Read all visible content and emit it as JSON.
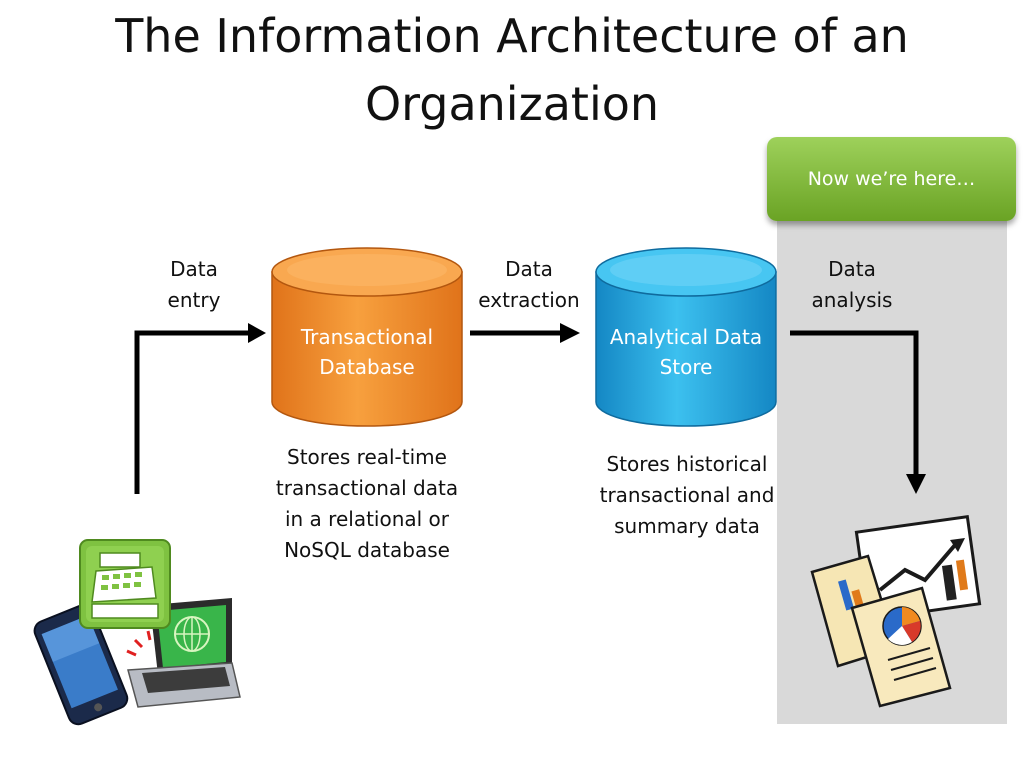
{
  "title": {
    "line1": "The Information Architecture of an",
    "line2": "Organization"
  },
  "callout": {
    "text": "Now we’re here…"
  },
  "flow_labels": {
    "data_entry": {
      "line1": "Data",
      "line2": "entry"
    },
    "data_extraction": {
      "line1": "Data",
      "line2": "extraction"
    },
    "data_analysis": {
      "line1": "Data",
      "line2": "analysis"
    }
  },
  "transactional_db": {
    "name_line1": "Transactional",
    "name_line2": "Database",
    "color": "#f58a1f",
    "description": [
      "Stores real-time",
      "transactional data",
      "in a relational or",
      "NoSQL database"
    ]
  },
  "analytical_store": {
    "name_line1": "Analytical Data",
    "name_line2": "Store",
    "color": "#1aa0d8",
    "description": [
      "Stores historical",
      "transactional and",
      "summary data"
    ]
  },
  "icons": {
    "devices": "point-of-sale-devices-icon",
    "reports": "reports-chart-icon"
  },
  "colors": {
    "callout_green": "#7ab83a",
    "panel_gray": "#d9d9d9"
  }
}
